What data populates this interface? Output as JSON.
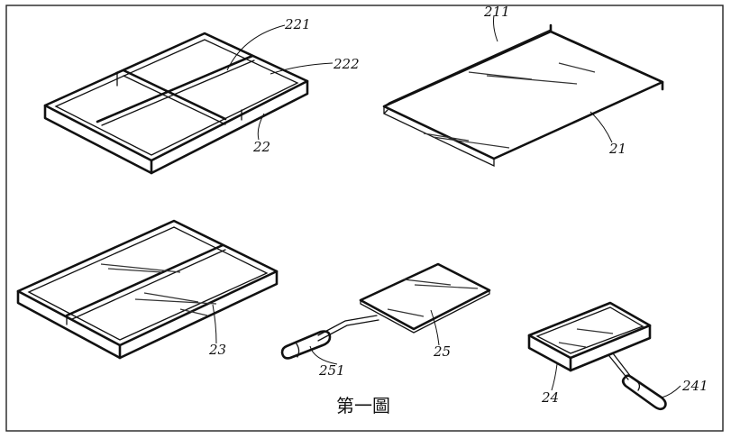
{
  "labels": {
    "l221": "221",
    "l222": "222",
    "l22": "22",
    "l211": "211",
    "l21": "21",
    "l23": "23",
    "l25": "25",
    "l251": "251",
    "l24": "24",
    "l241": "241"
  },
  "caption": "第一圖",
  "colors": {
    "ink": "#111111",
    "background": "#ffffff"
  }
}
